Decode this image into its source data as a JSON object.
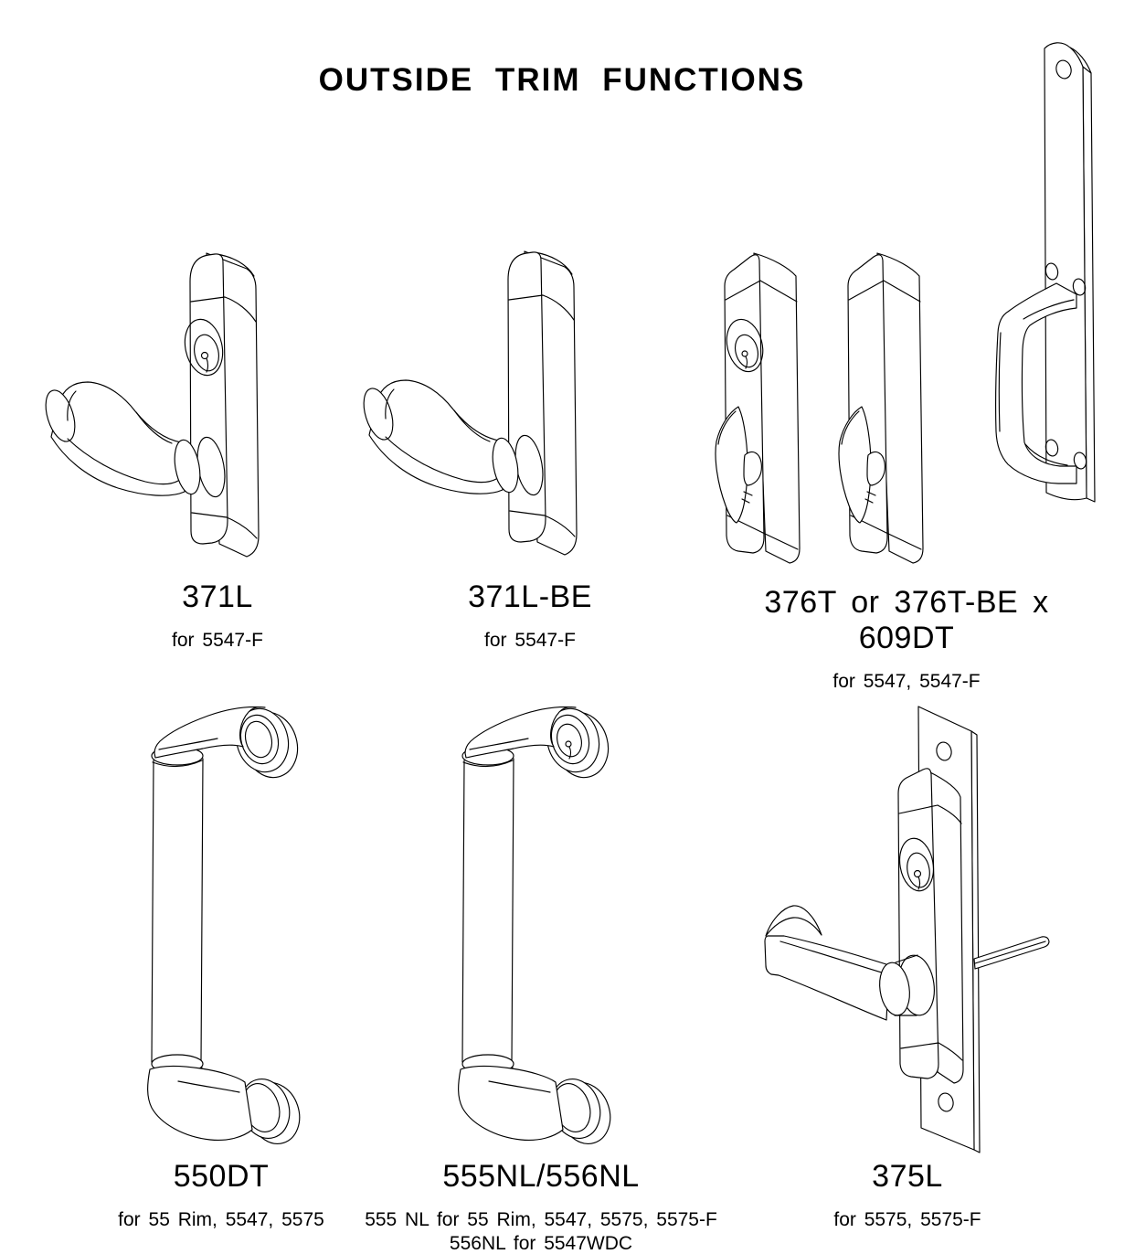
{
  "title": "OUTSIDE TRIM FUNCTIONS",
  "products": [
    {
      "model": "371L",
      "for": "for 5547-F"
    },
    {
      "model": "371L-BE",
      "for": "for 5547-F"
    },
    {
      "model": "376T  or  376T-BE  x  609DT",
      "for": "for 5547, 5547-F"
    },
    {
      "model": "550DT",
      "for": "for 55 Rim, 5547, 5575"
    },
    {
      "model": "555NL/556NL",
      "for": "555 NL for 55 Rim, 5547, 5575, 5575-F",
      "for2": "556NL for 5547WDC"
    },
    {
      "model": "375L",
      "for": "for 5575, 5575-F"
    }
  ],
  "drawings": {
    "lever_trim": "371L lever with cylinder escutcheon",
    "lever_trim_blank": "371L-BE lever with blank escutcheon",
    "thumbpiece": "376T thumbpiece with cylinder",
    "thumbpiece_blank": "376T-BE thumbpiece blank",
    "dead_trim_pull": "609DT pull plate",
    "offset_pull": "550DT dummy pull",
    "offset_pull_cyl": "555NL/556NL night latch pull",
    "lever_plate": "375L lever on mortise plate"
  },
  "colors": {
    "ink": "#000000",
    "paper": "#ffffff"
  }
}
